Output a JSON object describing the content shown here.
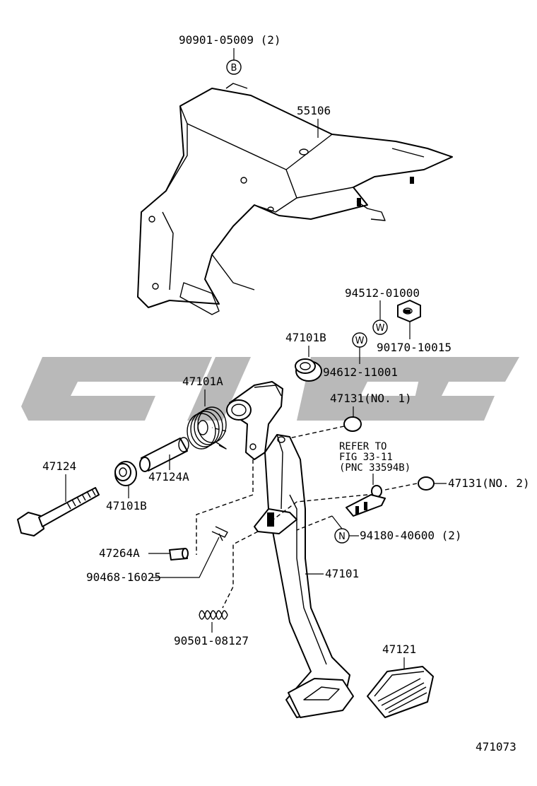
{
  "parts": {
    "bolt_b": "90901-05009 (2)",
    "bracket": "55106",
    "washer_w1": "94512-01000",
    "nut": "90170-10015",
    "bushing_upper": "47101B",
    "washer_w2": "94612-11001",
    "spring": "47101A",
    "cushion_no1": "47131(NO. 1)",
    "bolt_long": "47124",
    "collar": "47124A",
    "bushing_lower": "47101B",
    "clip": "47264A",
    "pin": "90468-16025",
    "return_spring": "90501-08127",
    "pedal": "47101",
    "pedal_pad": "47121",
    "cushion_no2": "47131(NO. 2)",
    "nut_n": "94180-40600 (2)"
  },
  "refer": {
    "line1": "REFER TO",
    "line2": "FIG 33-11",
    "line3": "(PNC 33594B)"
  },
  "markers": {
    "b": "B",
    "w1": "W",
    "w2": "W",
    "n": "N"
  },
  "figure_number": "471073"
}
